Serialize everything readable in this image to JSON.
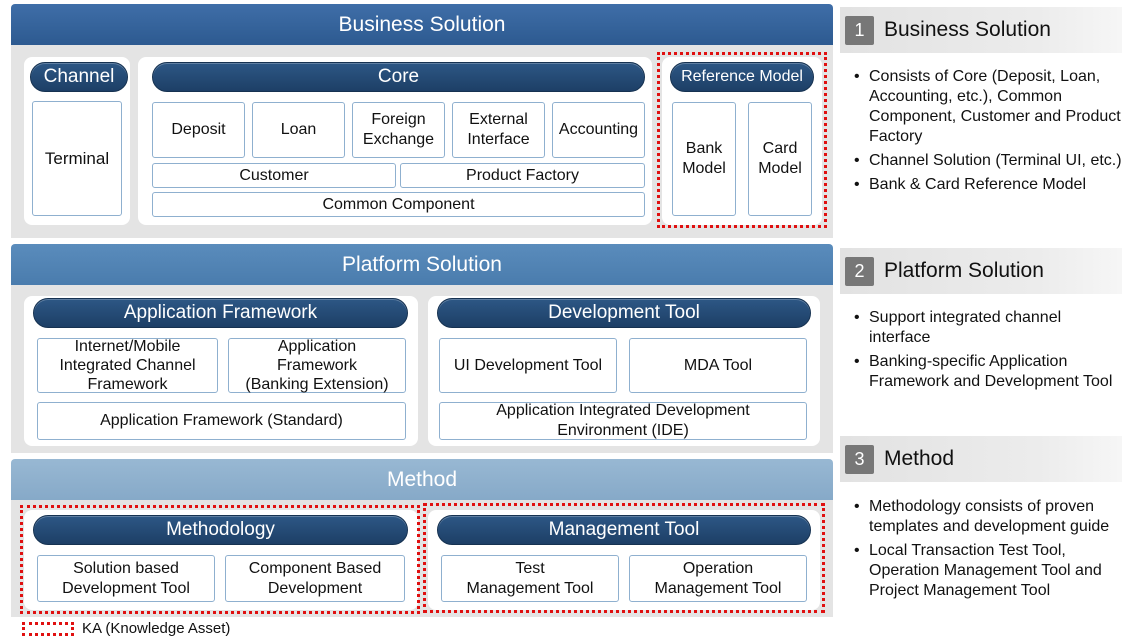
{
  "business": {
    "title": "Business Solution",
    "channel": {
      "header": "Channel",
      "terminal": "Terminal"
    },
    "core": {
      "header": "Core",
      "deposit": "Deposit",
      "loan": "Loan",
      "foreign_exchange": [
        "Foreign",
        "Exchange"
      ],
      "external_interface": [
        "External",
        "Interface"
      ],
      "accounting": "Accounting",
      "customer": "Customer",
      "product_factory": "Product Factory",
      "common_component": "Common Component"
    },
    "reference": {
      "header": "Reference Model",
      "bank": [
        "Bank",
        "Model"
      ],
      "card": [
        "Card",
        "Model"
      ]
    }
  },
  "platform": {
    "title": "Platform Solution",
    "app_framework": {
      "header": "Application Framework",
      "internet_mobile": [
        "Internet/Mobile",
        "Integrated Channel",
        "Framework"
      ],
      "banking_ext": [
        "Application",
        "Framework",
        "(Banking Extension)"
      ],
      "standard": "Application Framework (Standard)"
    },
    "dev_tool": {
      "header": "Development Tool",
      "ui_dev": "UI Development Tool",
      "mda": "MDA Tool",
      "ide": [
        "Application Integrated Development",
        "Environment (IDE)"
      ]
    }
  },
  "method": {
    "title": "Method",
    "methodology": {
      "header": "Methodology",
      "solution_based": [
        "Solution based",
        "Development Tool"
      ],
      "component_based": [
        "Component Based",
        "Development"
      ]
    },
    "management_tool": {
      "header": "Management Tool",
      "test": [
        "Test",
        "Management Tool"
      ],
      "operation": [
        "Operation",
        "Management Tool"
      ]
    }
  },
  "legend": {
    "text": "KA (Knowledge Asset)"
  },
  "right": [
    {
      "num": "1",
      "title": "Business Solution",
      "bullets": [
        "Consists of Core (Deposit, Loan, Accounting, etc.), Common Component,  Customer and Product Factory",
        "Channel Solution (Terminal UI, etc.)",
        "Bank & Card Reference Model"
      ]
    },
    {
      "num": "2",
      "title": "Platform Solution",
      "bullets": [
        "Support integrated channel interface",
        "Banking-specific Application Framework and Development Tool"
      ]
    },
    {
      "num": "3",
      "title": "Method",
      "bullets": [
        "Methodology consists of proven templates and development guide",
        "Local Transaction Test Tool, Operation Management Tool and Project Management Tool"
      ]
    }
  ]
}
